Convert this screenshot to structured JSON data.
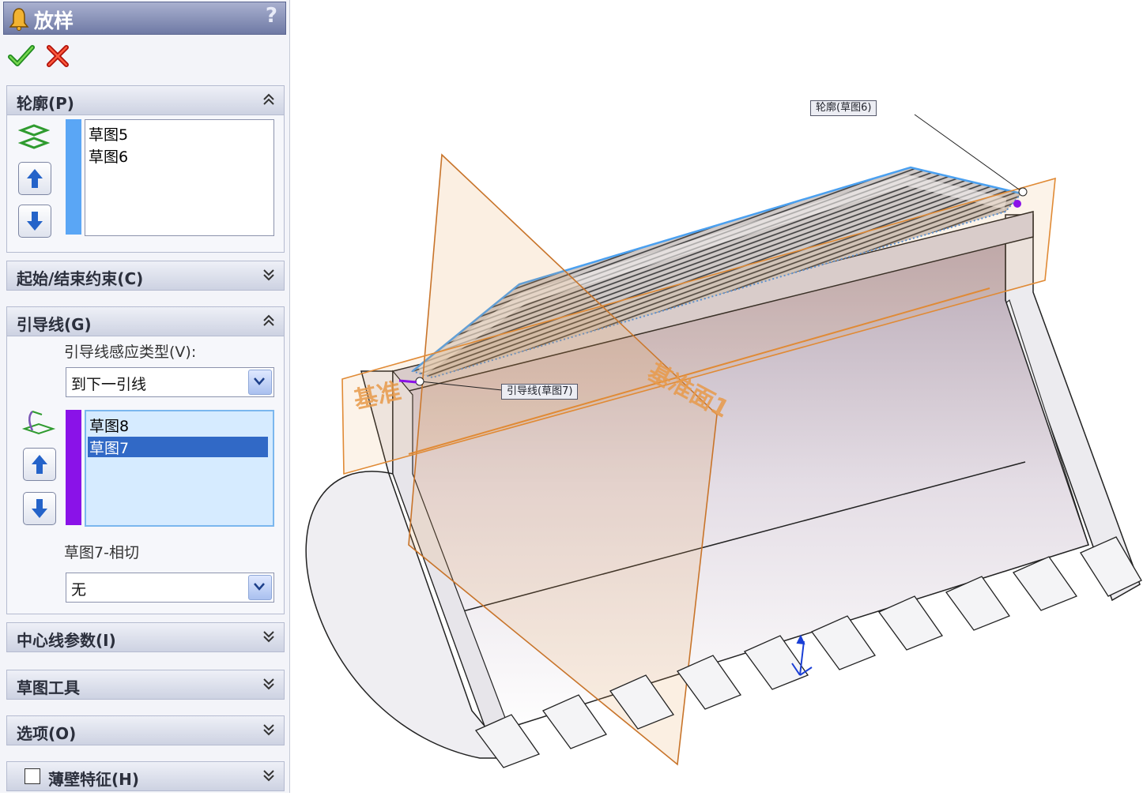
{
  "panel": {
    "title": "放样",
    "help": "?",
    "ok_icon": "check-icon",
    "cancel_icon": "x-icon",
    "profiles": {
      "header": "轮廓(P)",
      "items": [
        "草图5",
        "草图6"
      ],
      "color": "#5aa6f5"
    },
    "constraints": {
      "header": "起始/结束约束(C)"
    },
    "guides": {
      "header": "引导线(G)",
      "influence_label": "引导线感应类型(V):",
      "influence_value": "到下一引线",
      "items": [
        "草图8",
        "草图7"
      ],
      "selected_index": 1,
      "color": "#8a12e8",
      "tangency_label": "草图7-相切",
      "tangency_value": "无"
    },
    "centerline": {
      "header": "中心线参数(I)"
    },
    "sketch_tools": {
      "header": "草图工具"
    },
    "options": {
      "header": "选项(O)"
    },
    "thin": {
      "header": "薄壁特征(H)",
      "checked": false
    }
  },
  "viewport": {
    "callout_profile": "轮廓(草图6)",
    "callout_guide": "引导线(草图7)",
    "plane_label_1": "基准面1",
    "plane_label_2": "基准",
    "plane_color": "#e89a4a"
  }
}
